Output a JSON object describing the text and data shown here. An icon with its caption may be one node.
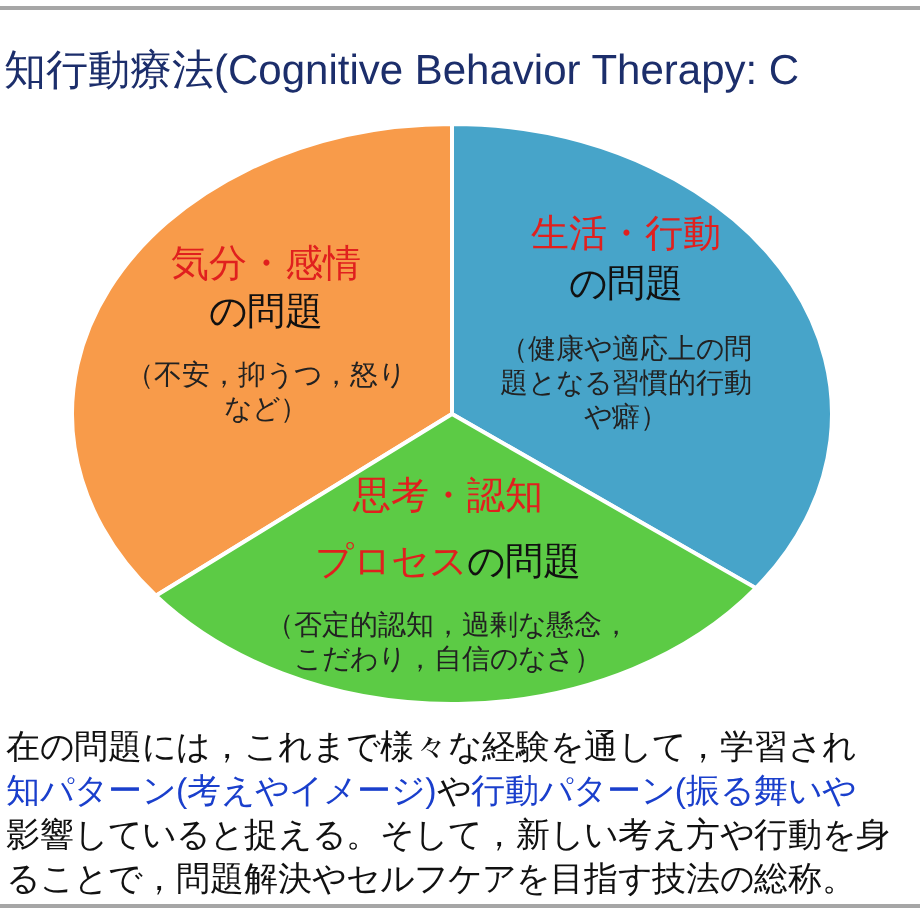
{
  "diagram": {
    "title": "知行動療法(Cognitive Behavior Therapy: C",
    "nodes": [
      {
        "text": [
          "気分・感情",
          "の問題",
          "（不安，抑うつ，怒りなど）"
        ]
      },
      {
        "text": [
          "生活・行動",
          "の問題",
          "（健康や適応上の問題となる習慣的行動や癖）"
        ]
      },
      {
        "text": [
          "思考・認知",
          "プロセス",
          "の問題",
          "（否定的認知，過剰な懸念，こだわり，自信のなさ）"
        ]
      }
    ],
    "labels": [
      "在の問題には，これまで様々な経験を通して，学習され",
      "知パターン(考えやイメージ)",
      "や",
      "行動パターン(振る舞いや",
      "影響していると捉える。そして，新しい考え方や行動を身",
      "ることで，問題解決やセルフケアを目指す技法の総称。"
    ]
  }
}
